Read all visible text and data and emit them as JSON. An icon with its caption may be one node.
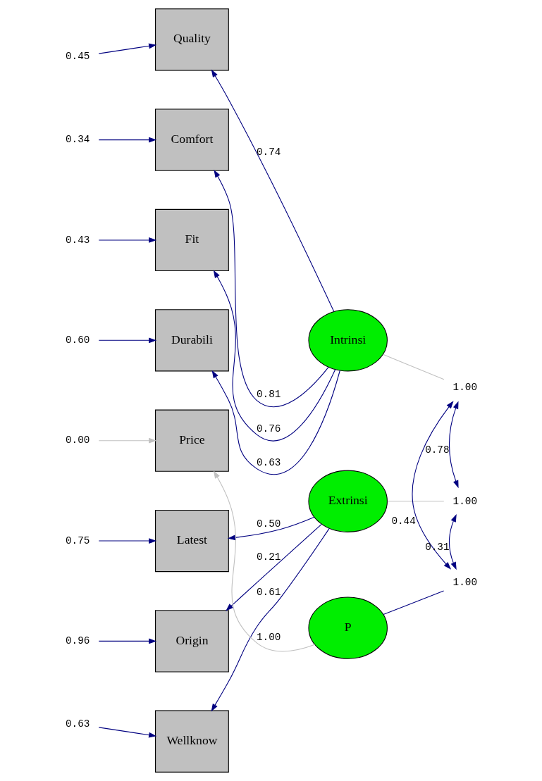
{
  "diagram": {
    "nodes": [
      {
        "text": [
          "Quality"
        ]
      },
      {
        "text": [
          "Comfort"
        ]
      },
      {
        "text": [
          "Fit"
        ]
      },
      {
        "text": [
          "Durabili"
        ]
      },
      {
        "text": [
          "Price"
        ]
      },
      {
        "text": [
          "Latest"
        ]
      },
      {
        "text": [
          "Origin"
        ]
      },
      {
        "text": [
          "Wellknow"
        ]
      },
      {
        "text": [
          "0.45"
        ]
      },
      {
        "text": [
          "0.34"
        ]
      },
      {
        "text": [
          "0.43"
        ]
      },
      {
        "text": [
          "0.60"
        ]
      },
      {
        "text": [
          "0.00"
        ]
      },
      {
        "text": [
          "0.75"
        ]
      },
      {
        "text": [
          "0.96"
        ]
      },
      {
        "text": [
          "0.63"
        ]
      },
      {
        "text": [
          "Intrinsi"
        ]
      },
      {
        "text": [
          "Extrinsi"
        ]
      },
      {
        "text": [
          "P"
        ]
      },
      {
        "text": [
          "1.00"
        ]
      },
      {
        "text": [
          "1.00"
        ]
      },
      {
        "text": [
          "1.00"
        ]
      }
    ],
    "edges": [
      {
        "from": 8,
        "to": 0,
        "arrow": "to"
      },
      {
        "from": 9,
        "to": 1,
        "arrow": "to"
      },
      {
        "from": 10,
        "to": 2,
        "arrow": "to"
      },
      {
        "from": 11,
        "to": 3,
        "arrow": "to"
      },
      {
        "from": 12,
        "to": 4,
        "arrow": "to",
        "color": "#c0c0c0"
      },
      {
        "from": 13,
        "to": 5,
        "arrow": "to"
      },
      {
        "from": 14,
        "to": 6,
        "arrow": "to"
      },
      {
        "from": 15,
        "to": 7,
        "arrow": "to"
      },
      {
        "from": 16,
        "to": 0,
        "arrow": "to",
        "label": "0.74"
      },
      {
        "from": 16,
        "to": 1,
        "arrow": "to",
        "label": "0.81"
      },
      {
        "from": 16,
        "to": 2,
        "arrow": "to",
        "label": "0.76"
      },
      {
        "from": 16,
        "to": 3,
        "arrow": "to",
        "label": "0.63"
      },
      {
        "from": 18,
        "to": 4,
        "arrow": "to",
        "label": "1.00",
        "color": "#c0c0c0"
      },
      {
        "from": 17,
        "to": 5,
        "arrow": "to",
        "label": "0.50"
      },
      {
        "from": 17,
        "to": 6,
        "arrow": "to",
        "label": "0.21"
      },
      {
        "from": 17,
        "to": 7,
        "arrow": "to",
        "label": "0.61"
      },
      {
        "from": 16,
        "to": 19,
        "arrow": "none",
        "color": "#c0c0c0"
      },
      {
        "from": 17,
        "to": 20,
        "arrow": "none",
        "color": "#c0c0c0"
      },
      {
        "from": 18,
        "to": 21,
        "arrow": "none"
      },
      {
        "from": 19,
        "to": 20,
        "arrow": "both",
        "label": "0.78"
      },
      {
        "from": 20,
        "to": 21,
        "arrow": "both",
        "label": "0.31"
      },
      {
        "from": 19,
        "to": 21,
        "arrow": "both",
        "label": "0.44"
      }
    ]
  }
}
